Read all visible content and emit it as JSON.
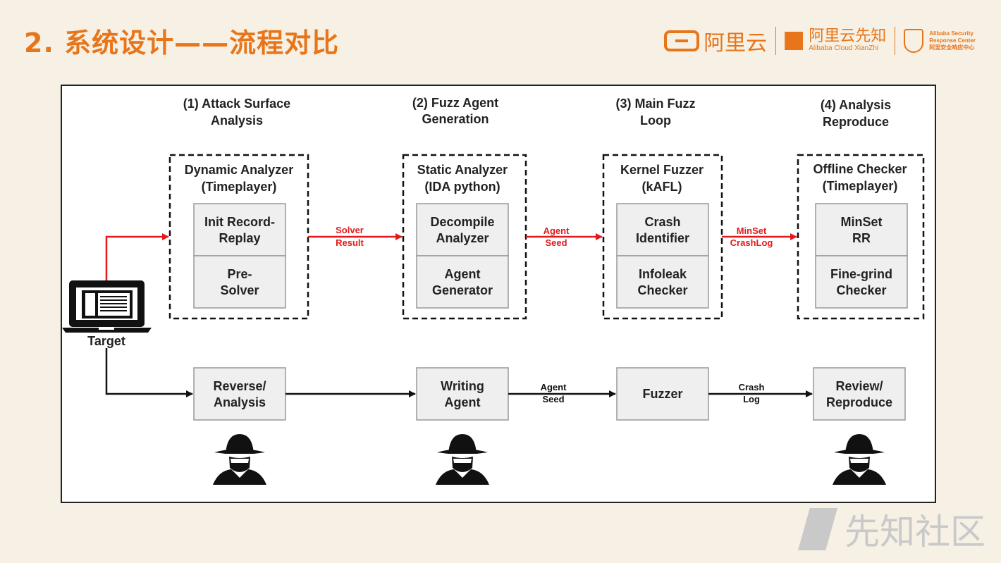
{
  "slide": {
    "title": "2. 系统设计——流程对比",
    "logos": {
      "aliyun": "阿里云",
      "xianzhi_cn": "阿里云先知",
      "xianzhi_en": "Alibaba Cloud XianZhi",
      "asrc_line1": "Alibaba Security",
      "asrc_line2": "Response Center",
      "asrc_line3": "阿里安全响应中心"
    },
    "watermark": "先知社区"
  },
  "diagram": {
    "stages": [
      {
        "line1": "(1) Attack Surface",
        "line2": "Analysis"
      },
      {
        "line1": "(2) Fuzz Agent",
        "line2": "Generation"
      },
      {
        "line1": "(3) Main Fuzz",
        "line2": "Loop"
      },
      {
        "line1": "(4) Analysis",
        "line2": "Reproduce"
      }
    ],
    "groups": [
      {
        "line1": "Dynamic Analyzer",
        "line2": "(Timeplayer)",
        "box1": [
          "Init Record-",
          "Replay"
        ],
        "box2": [
          "Pre-",
          "Solver"
        ]
      },
      {
        "line1": "Static Analyzer",
        "line2": "(IDA python)",
        "box1": [
          "Decompile",
          "Analyzer"
        ],
        "box2": [
          "Agent",
          "Generator"
        ]
      },
      {
        "line1": "Kernel Fuzzer",
        "line2": "(kAFL)",
        "box1": [
          "Crash",
          "Identifier"
        ],
        "box2": [
          "Infoleak",
          "Checker"
        ]
      },
      {
        "line1": "Offline Checker",
        "line2": "(Timeplayer)",
        "box1": [
          "MinSet",
          "RR"
        ],
        "box2": [
          "Fine-grind",
          "Checker"
        ]
      }
    ],
    "red_edges": [
      [
        "Solver",
        "Result"
      ],
      [
        "Agent",
        "Seed"
      ],
      [
        "MinSet",
        "CrashLog"
      ]
    ],
    "target_label": "Target",
    "manual_boxes": [
      [
        "Reverse/",
        "Analysis"
      ],
      [
        "Writing",
        "Agent"
      ],
      [
        "Fuzzer"
      ],
      [
        "Review/",
        "Reproduce"
      ]
    ],
    "black_edges": [
      [
        "Agent",
        "Seed"
      ],
      [
        "Crash",
        "Log"
      ]
    ],
    "colors": {
      "red": "#e3191c",
      "black": "#111111",
      "box_fill": "#efefef"
    }
  }
}
